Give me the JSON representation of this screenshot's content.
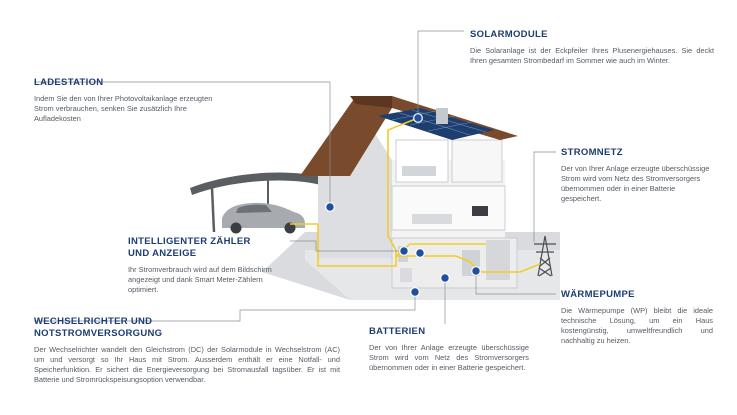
{
  "callouts": {
    "solarmodule": {
      "title": "SOLARMODULE",
      "text": "Die Solaranlage ist der Eckpfeiler Ihres Plusenergiehauses. Sie deckt Ihren gesamten Strombedarf im Sommer wie auch im Winter."
    },
    "ladestation": {
      "title": "LADESTATION",
      "text": "Indem Sie den von Ihrer Photovoltaikanlage erzeugten Strom verbrauchen, senken Sie zusätzlich Ihre Aufladekosten"
    },
    "stromnetz": {
      "title": "STROMNETZ",
      "text": "Der von Ihrer Anlage erzeugte überschüssige Strom wird vom Netz des Stromversorgers übernommen oder in einer Batterie gespeichert."
    },
    "zaehler": {
      "title_line1": "INTELLIGENTER ZÄHLER",
      "title_line2": "UND ANZEIGE",
      "text": "Ihr Stromverbrauch wird auf dem Bildschirm angezeigt und dank Smart Meter-Zählern optimiert."
    },
    "wechselrichter": {
      "title_line1": "WECHSELRICHTER UND",
      "title_line2": "NOTSTROMVERSORGUNG",
      "text": "Der Wechselrichter wandelt den Gleichstrom (DC) der Solarmodule in Wechselstrom (AC) um und versorgt so Ihr Haus mit Strom. Ausserdem enthält er eine Notfall- und Speicherfunktion. Er sichert die Energieversorgung bei Stromausfall tagsüber. Er ist mit Batterie und Stromrückspeisungsoption verwendbar."
    },
    "batterien": {
      "title": "BATTERIEN",
      "text": "Der von Ihrer Anlage erzeugte überschüssige Strom wird vom Netz des Stromversorgers übernommen oder in einer Batterie gespeichert."
    },
    "waermepumpe": {
      "title": "WÄRMEPUMPE",
      "text": "Die Wärmepumpe (WP) bleibt die ideale technische Lösung, um ein Haus kostengünstig, umweltfreundlich und nachhaltig zu heizen."
    }
  },
  "colors": {
    "title": "#1d3d72",
    "marker": "#1f4fa0",
    "cable": "#f2cc2a",
    "leader": "#8a8f96",
    "roof": "#7a4a2c",
    "wall": "#e9eaec",
    "ground": "#d7d9dc"
  }
}
